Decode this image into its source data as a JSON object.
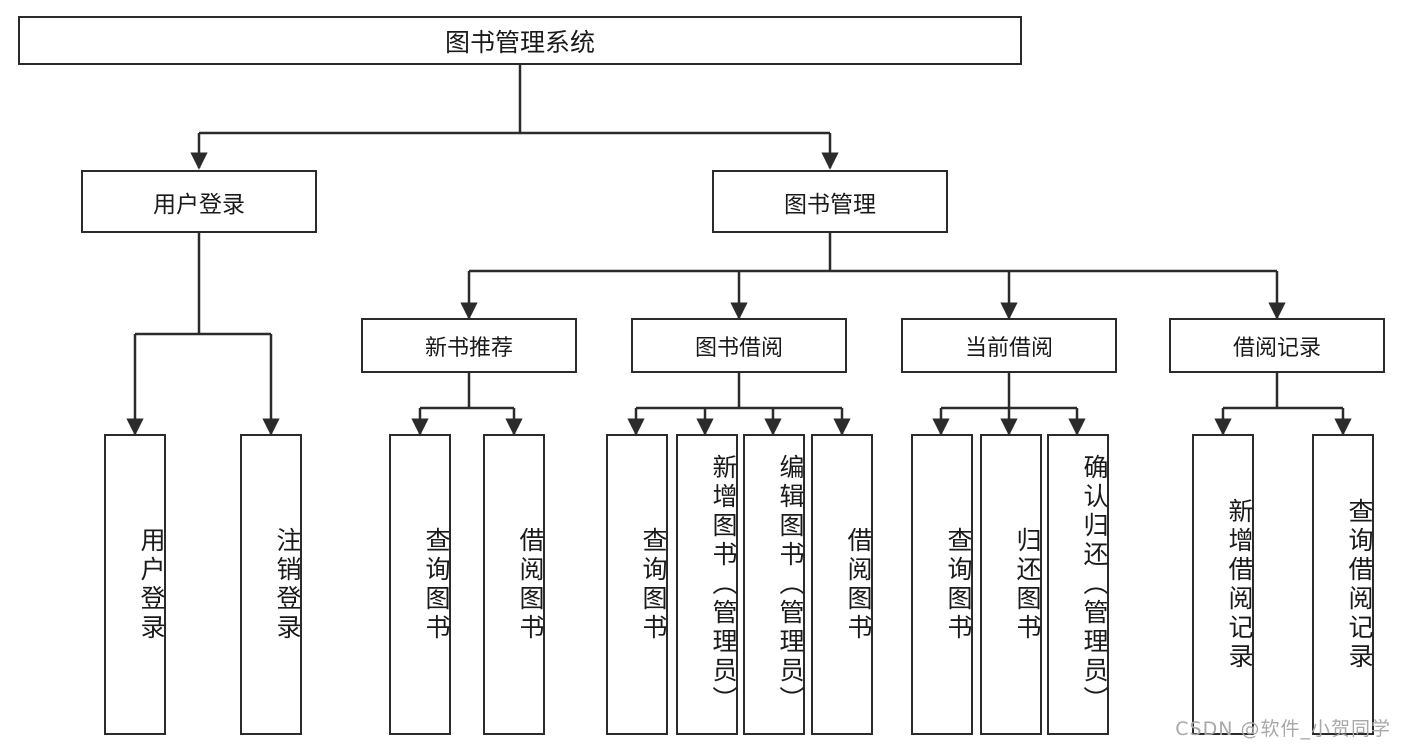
{
  "diagram": {
    "title": "图书管理系统",
    "type": "tree-hierarchy",
    "watermark": "CSDN @软件_小贺同学",
    "colors": {
      "stroke": "#2b2b2b",
      "fill": "#ffffff",
      "text": "#1a1a1a",
      "watermark": "#a8a8a8"
    },
    "root": {
      "label": "图书管理系统"
    },
    "level2": [
      {
        "label": "用户登录"
      },
      {
        "label": "图书管理"
      }
    ],
    "level3": [
      {
        "label": "新书推荐"
      },
      {
        "label": "图书借阅"
      },
      {
        "label": "当前借阅"
      },
      {
        "label": "借阅记录"
      }
    ],
    "leaves": [
      {
        "label": "用户登录",
        "parent": "用户登录"
      },
      {
        "label": "注销登录",
        "parent": "用户登录"
      },
      {
        "label": "查询图书",
        "parent": "新书推荐"
      },
      {
        "label": "借阅图书",
        "parent": "新书推荐"
      },
      {
        "label": "查询图书",
        "parent": "图书借阅"
      },
      {
        "label": "新增图书（管理员）",
        "parent": "图书借阅"
      },
      {
        "label": "编辑图书（管理员）",
        "parent": "图书借阅"
      },
      {
        "label": "借阅图书",
        "parent": "图书借阅"
      },
      {
        "label": "查询图书",
        "parent": "当前借阅"
      },
      {
        "label": "归还图书",
        "parent": "当前借阅"
      },
      {
        "label": "确认归还（管理员）",
        "parent": "当前借阅"
      },
      {
        "label": "新增借阅记录",
        "parent": "借阅记录"
      },
      {
        "label": "查询借阅记录",
        "parent": "借阅记录"
      }
    ]
  }
}
